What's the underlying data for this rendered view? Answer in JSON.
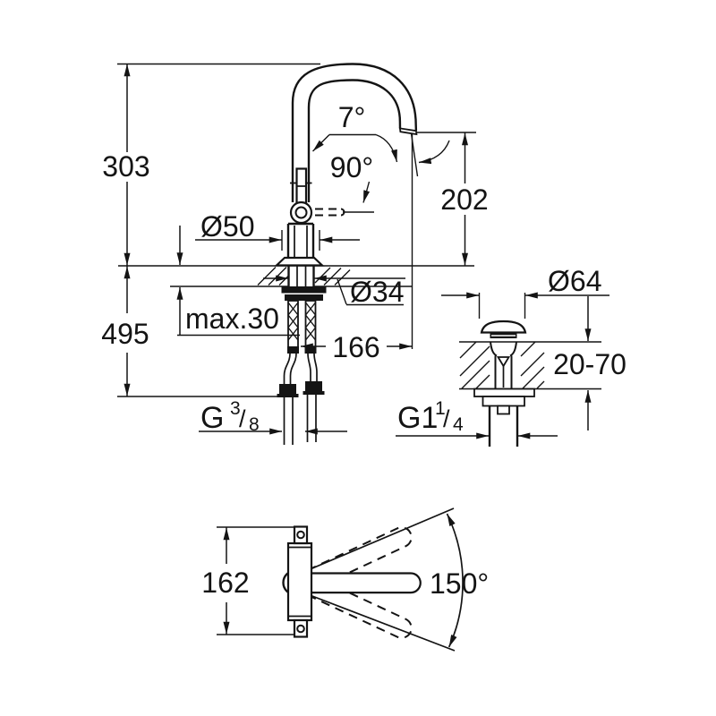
{
  "drawing": {
    "line_color": "#141414",
    "background": "#ffffff",
    "side_view": {
      "total_height": "303",
      "hose_length": "495",
      "spout_height": "202",
      "spout_reach": "166",
      "base_diameter": "Ø50",
      "shank_diameter": "Ø34",
      "deck_thickness_max": "max.30",
      "spout_tilt_angle": "7°",
      "handle_swing_angle": "90°",
      "supply_thread": {
        "g": "G",
        "numerator": "3",
        "slash": "/",
        "denominator": "8"
      }
    },
    "waste_view": {
      "flange_diameter": "Ø64",
      "deck_thickness_range": "20-70",
      "waste_thread": {
        "g": "G1",
        "numerator": "1",
        "slash": "/",
        "denominator": "4"
      }
    },
    "plan_view": {
      "body_depth": "162",
      "swivel_angle": "150°"
    }
  }
}
